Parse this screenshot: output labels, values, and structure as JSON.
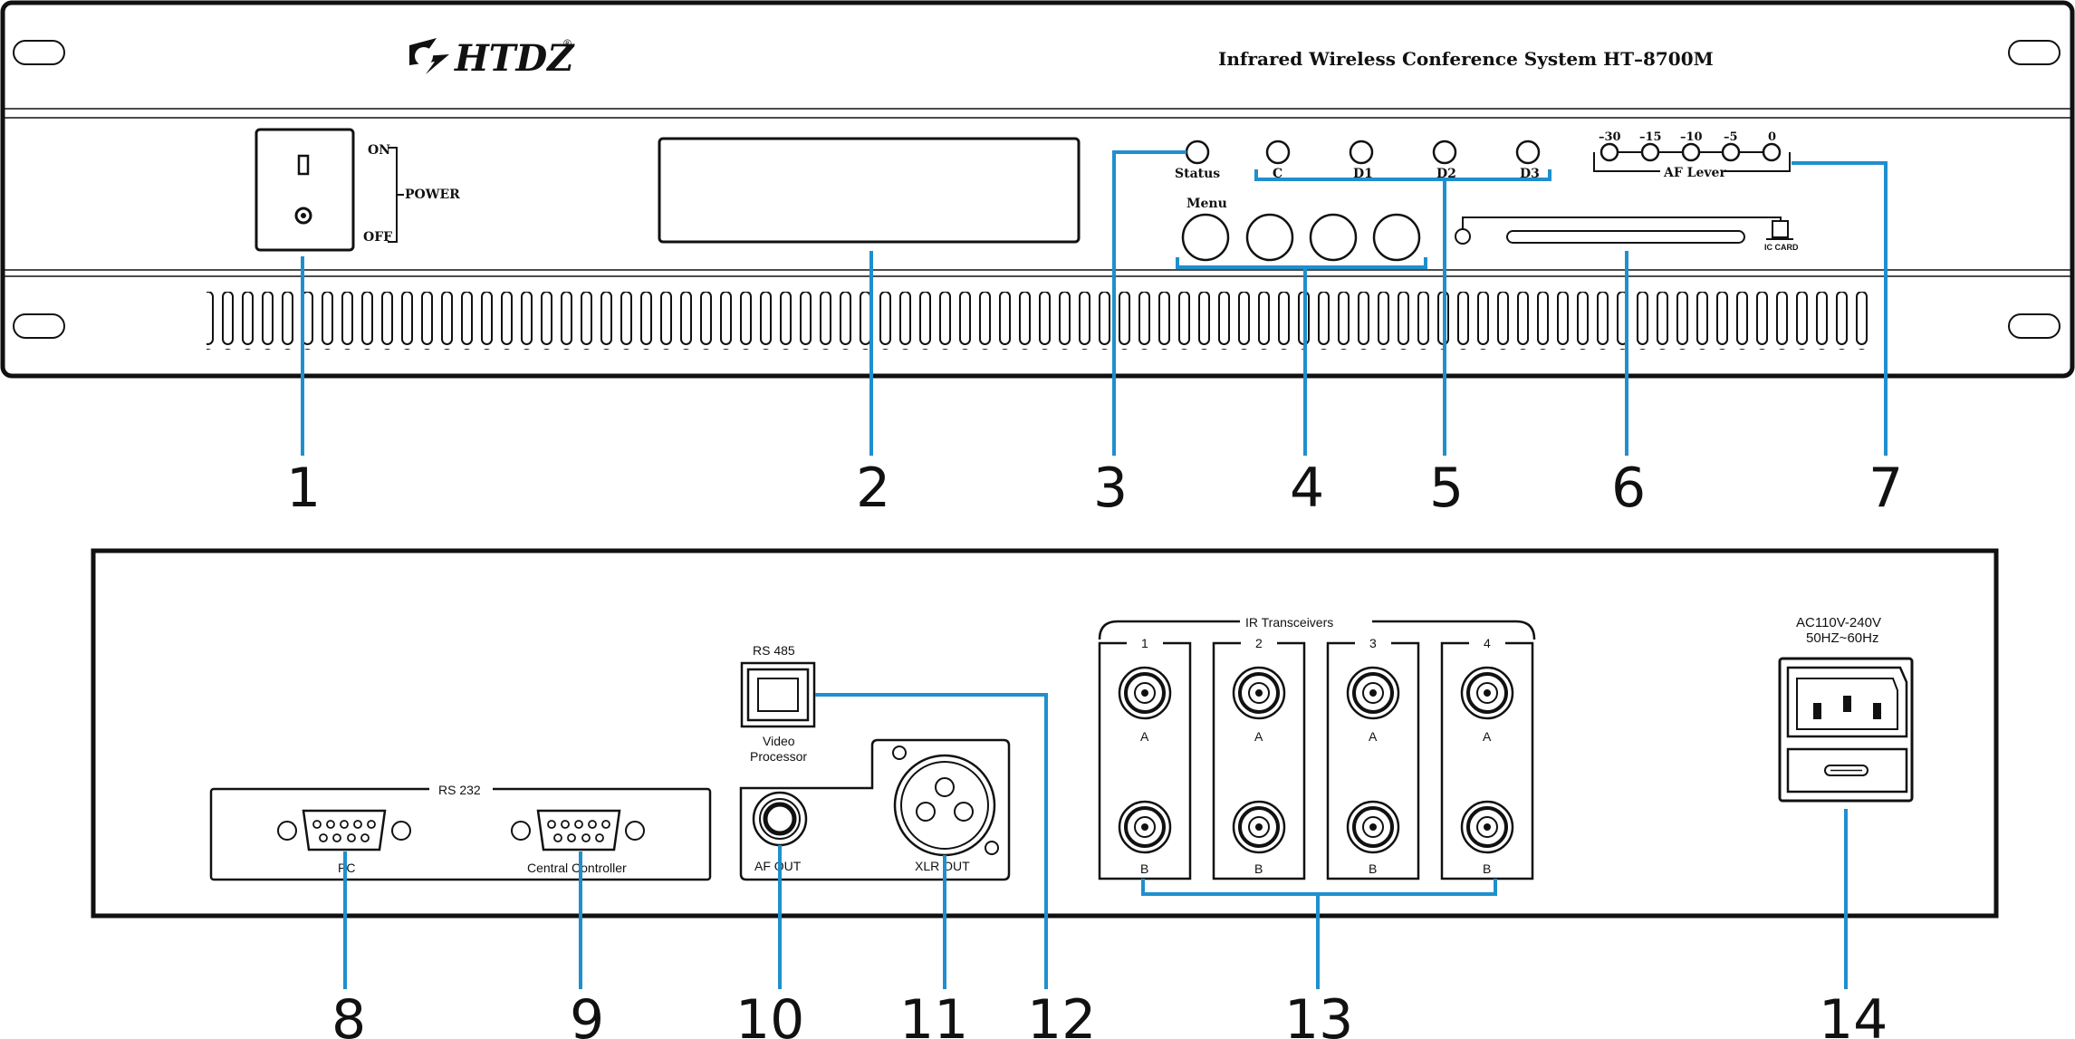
{
  "front_panel": {
    "brand": "HTDZ",
    "registered_mark": "®",
    "title": "Infrared Wireless Conference System  HT–8700M",
    "power": {
      "on": "ON",
      "off": "OFF",
      "label": "POWER"
    },
    "status_label": "Status",
    "channels": [
      "C",
      "D1",
      "D2",
      "D3"
    ],
    "menu_label": "Menu",
    "af_levels": [
      "–30",
      "–15",
      "–10",
      "–5",
      "0"
    ],
    "af_label": "AF Lever",
    "ic_card": "IC CARD"
  },
  "rear_panel": {
    "rs232": "RS 232",
    "pc": "PC",
    "central_controller": "Central Controller",
    "rs485": "RS 485",
    "video_processor_1": "Video",
    "video_processor_2": "Processor",
    "af_out": "AF OUT",
    "xlr_out": "XLR OUT",
    "ir_transceivers": "IR Transceivers",
    "ir_channels": [
      "1",
      "2",
      "3",
      "4"
    ],
    "port_a": "A",
    "port_b": "B",
    "power_spec_1": "AC110V-240V",
    "power_spec_2": "50HZ~60Hz"
  },
  "callouts": [
    "1",
    "2",
    "3",
    "4",
    "5",
    "6",
    "7",
    "8",
    "9",
    "10",
    "11",
    "12",
    "13",
    "14"
  ],
  "colors": {
    "leader": "#1f8fce",
    "ink": "#111111"
  }
}
